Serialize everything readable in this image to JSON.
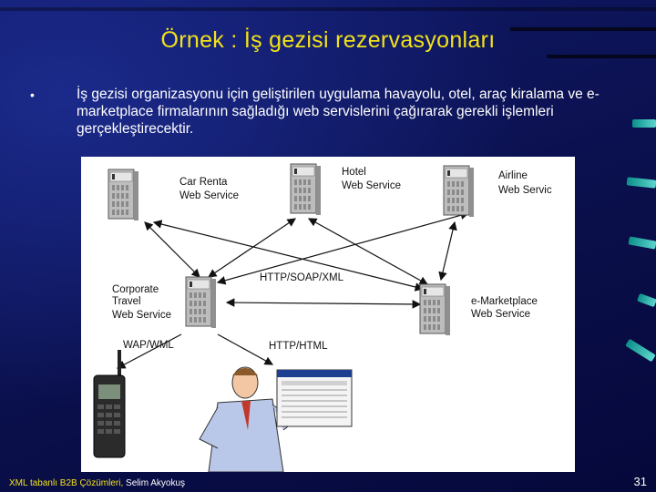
{
  "slide": {
    "title": "Örnek : İş gezisi rezervasyonları",
    "bullet_symbol": "•",
    "body": "İş gezisi organizasyonu için geliştirilen uygulama havayolu, otel, araç kiralama ve e-marketplace firmalarının sağladığı web servislerini çağırarak gerekli işlemleri  gerçekleştirecektir.",
    "footer_title": "XML tabanlı B2B Çözümleri,",
    "footer_author": "Selim Akyokuş",
    "slide_number": "31"
  },
  "diagram": {
    "nodes": {
      "car_rental": [
        "Car Renta",
        "Web Service"
      ],
      "hotel": [
        "Hotel",
        "Web Service"
      ],
      "airline": [
        "Airline",
        "Web Servic"
      ],
      "corporate_travel": [
        "Corporate",
        "Travel",
        "Web Service"
      ],
      "emarketplace": [
        "e-Marketplace",
        "Web Service"
      ]
    },
    "protocols": {
      "main": "HTTP/SOAP/XML",
      "mobile": "WAP/WML",
      "browser": "HTTP/HTML"
    },
    "icons": [
      "server-icon",
      "mobile-phone-icon",
      "business-man-icon",
      "browser-window-icon"
    ]
  }
}
